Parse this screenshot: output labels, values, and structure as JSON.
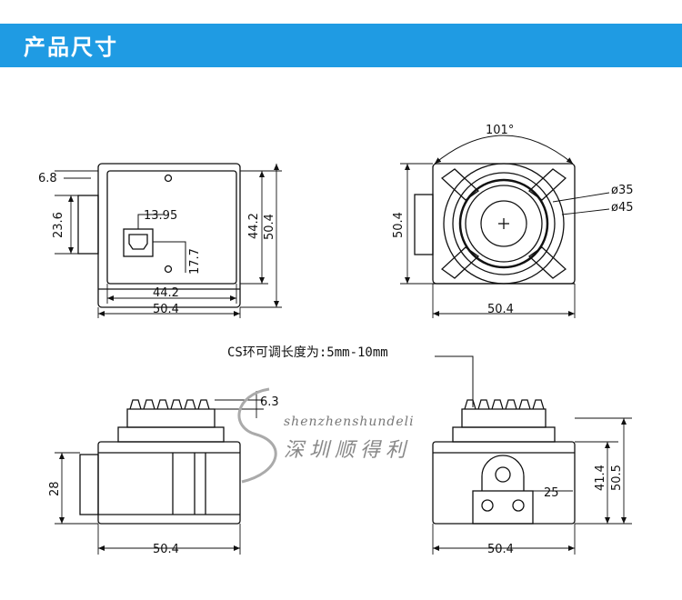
{
  "header": {
    "title": "产品尺寸",
    "bar_color": "#1f9be3"
  },
  "views": {
    "back": {
      "dim_top_offset": "6.8",
      "dim_left_height": "23.6",
      "dim_port_x": "13.95",
      "dim_port_y": "17.7",
      "dim_height_inner": "44.2",
      "dim_height_outer": "50.4",
      "dim_width_inner": "44.2",
      "dim_width_outer": "50.4"
    },
    "front": {
      "dim_angle": "101°",
      "dim_diam_small": "ø35",
      "dim_diam_large": "ø45",
      "dim_height": "50.4",
      "dim_width": "50.4"
    },
    "side": {
      "dim_ring": "6.3",
      "dim_height": "28",
      "dim_width": "50.4"
    },
    "side2": {
      "dim_height_inner": "41.4",
      "dim_height_outer": "50.5",
      "dim_screw": "25",
      "dim_width": "50.4"
    }
  },
  "annotation": {
    "cs_ring": "CS环可调长度为:5mm-10mm"
  },
  "watermark": {
    "text_latin": "shenzhenshundeli",
    "text_cn": "深圳顺得利"
  }
}
